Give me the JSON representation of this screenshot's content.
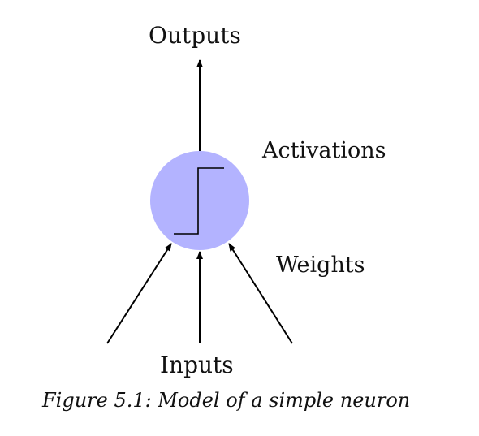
{
  "diagram": {
    "labels": {
      "outputs": "Outputs",
      "activations": "Activations",
      "weights": "Weights",
      "inputs": "Inputs"
    },
    "caption": "Figure 5.1: Model of a simple neuron",
    "colors": {
      "neuron_fill": "#b3b3ff",
      "stroke": "#000000",
      "text": "#111111"
    },
    "elements": {
      "neuron": "circle",
      "activation_function": "step-function",
      "input_arrows": 3,
      "output_arrows": 1
    }
  }
}
